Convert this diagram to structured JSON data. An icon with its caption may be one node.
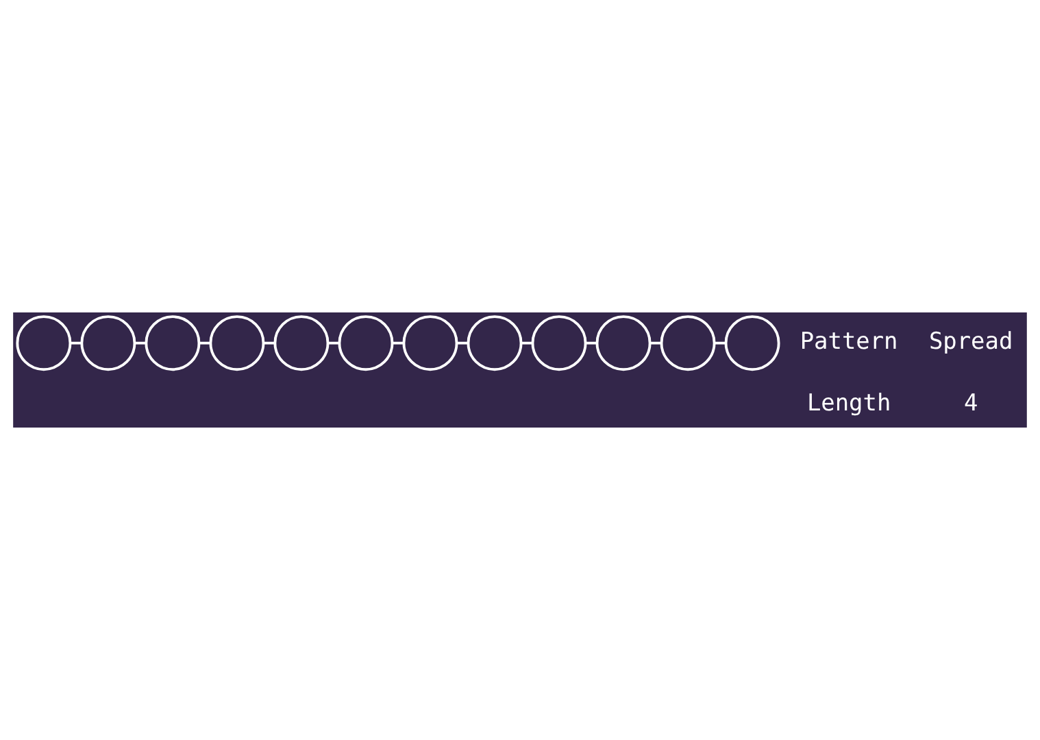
{
  "diagram": {
    "nodes": [
      {
        "text": [],
        "shape": "circle"
      },
      {
        "text": [],
        "shape": "circle"
      },
      {
        "text": [],
        "shape": "circle"
      },
      {
        "text": [],
        "shape": "circle"
      },
      {
        "text": [],
        "shape": "circle"
      },
      {
        "text": [],
        "shape": "circle"
      },
      {
        "text": [],
        "shape": "circle"
      },
      {
        "text": [],
        "shape": "circle"
      },
      {
        "text": [],
        "shape": "circle"
      },
      {
        "text": [],
        "shape": "circle"
      },
      {
        "text": [],
        "shape": "circle"
      },
      {
        "text": [],
        "shape": "circle"
      }
    ],
    "edges": [
      {
        "from": 0,
        "to": 1,
        "arrow": "none"
      },
      {
        "from": 1,
        "to": 2,
        "arrow": "none"
      },
      {
        "from": 2,
        "to": 3,
        "arrow": "none"
      },
      {
        "from": 3,
        "to": 4,
        "arrow": "none"
      },
      {
        "from": 4,
        "to": 5,
        "arrow": "none"
      },
      {
        "from": 5,
        "to": 6,
        "arrow": "none"
      },
      {
        "from": 6,
        "to": 7,
        "arrow": "none"
      },
      {
        "from": 7,
        "to": 8,
        "arrow": "none"
      },
      {
        "from": 8,
        "to": 9,
        "arrow": "none"
      },
      {
        "from": 9,
        "to": 10,
        "arrow": "none"
      },
      {
        "from": 10,
        "to": 11,
        "arrow": "none"
      }
    ],
    "labels": [
      "Pattern",
      "Spread",
      "Length",
      "4"
    ]
  }
}
